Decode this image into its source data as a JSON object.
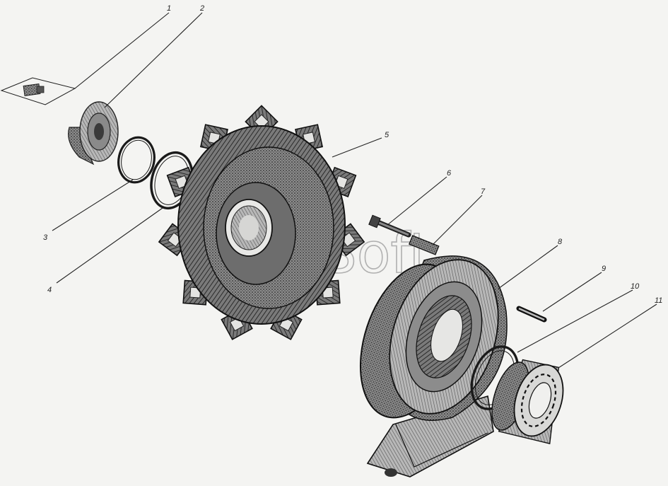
{
  "watermark": "AvtoSoft",
  "callouts": [
    {
      "id": "callout-1",
      "label": "1"
    },
    {
      "id": "callout-2",
      "label": "2"
    },
    {
      "id": "callout-3",
      "label": "3"
    },
    {
      "id": "callout-4",
      "label": "4"
    },
    {
      "id": "callout-5",
      "label": "5"
    },
    {
      "id": "callout-6",
      "label": "6"
    },
    {
      "id": "callout-7",
      "label": "7"
    },
    {
      "id": "callout-8",
      "label": "8"
    },
    {
      "id": "callout-9",
      "label": "9"
    },
    {
      "id": "callout-10",
      "label": "10"
    },
    {
      "id": "callout-11",
      "label": "11"
    }
  ]
}
